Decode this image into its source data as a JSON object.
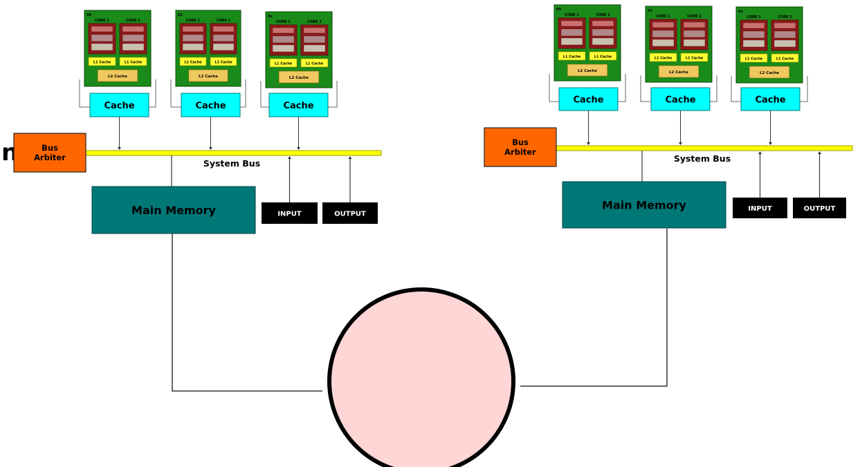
{
  "cut_off_text": "n",
  "node_left": {
    "bus_arbiter": [
      "Bus",
      "Arbiter"
    ],
    "system_bus": "System Bus",
    "main_memory": "Main Memory",
    "input": "INPUT",
    "output": "OUTPUT",
    "cache": "Cache",
    "cpus": [
      {
        "id": "00",
        "cores": [
          "CORE 1",
          "CORE 2"
        ],
        "l1": [
          "L1 Cache",
          "L1 Cache"
        ],
        "l2": "L2 Cache"
      },
      {
        "id": "01",
        "cores": [
          "CORE 1",
          "CORE 2"
        ],
        "l1": [
          "L1 Cache",
          "L1 Cache"
        ],
        "l2": "L2 Cache"
      },
      {
        "id": "0x",
        "cores": [
          "CORE 1",
          "CORE 2"
        ],
        "l1": [
          "L1 Cache",
          "L1 Cache"
        ],
        "l2": "L2 Cache"
      }
    ]
  },
  "node_right": {
    "bus_arbiter": [
      "Bus",
      "Arbiter"
    ],
    "system_bus": "System Bus",
    "main_memory": "Main Memory",
    "input": "INPUT",
    "output": "OUTPUT",
    "cache": "Cache",
    "cpus": [
      {
        "id": "00",
        "cores": [
          "CORE 1",
          "CORE 2"
        ],
        "l1": [
          "L1 Cache",
          "L1 Cache"
        ],
        "l2": "L2 Cache"
      },
      {
        "id": "01",
        "cores": [
          "CORE 1",
          "CORE 2"
        ],
        "l1": [
          "L1 Cache",
          "L1 Cache"
        ],
        "l2": "L2 Cache"
      },
      {
        "id": "0x",
        "cores": [
          "CORE 1",
          "CORE 2"
        ],
        "l1": [
          "L1 Cache",
          "L1 Cache"
        ],
        "l2": "L2 Cache"
      }
    ]
  },
  "colors": {
    "cpu_board": "#1a8a1a",
    "core_box": "#8b1a1a",
    "l1_cache": "#ffff33",
    "l2_cache": "#f0c860",
    "cache_box": "#00ffff",
    "bus": "#ffff00",
    "arbiter": "#ff6600",
    "memory": "#007878",
    "io_box": "#000000",
    "network": "#ffd6d6"
  }
}
